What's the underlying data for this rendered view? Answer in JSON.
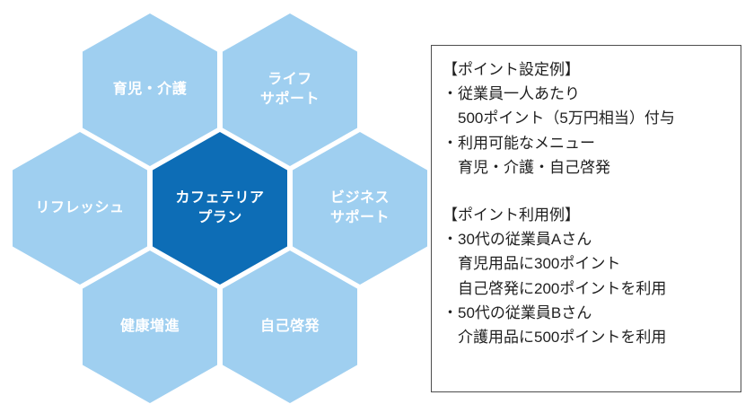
{
  "diagram": {
    "colors": {
      "hex_light": "#9fcff0",
      "hex_dark": "#0d6db6"
    },
    "hexagons": {
      "top_left": {
        "label": "育児・介護"
      },
      "top_right": {
        "label": "ライフ\nサポート"
      },
      "left": {
        "label": "リフレッシュ"
      },
      "center": {
        "label": "カフェテリア\nプラン"
      },
      "right": {
        "label": "ビジネス\nサポート"
      },
      "bottom_left": {
        "label": "健康増進"
      },
      "bottom_right": {
        "label": "自己啓発"
      }
    }
  },
  "info_box": {
    "sections": [
      {
        "title": "【ポイント設定例】",
        "lines": [
          "・従業員一人あたり",
          "　500ポイント（5万円相当）付与",
          "・利用可能なメニュー",
          "　育児・介護・自己啓発"
        ]
      },
      {
        "title": "【ポイント利用例】",
        "lines": [
          "・30代の従業員Aさん",
          "　育児用品に300ポイント",
          "　自己啓発に200ポイントを利用",
          "・50代の従業員Bさん",
          "　介護用品に500ポイントを利用"
        ]
      }
    ]
  }
}
